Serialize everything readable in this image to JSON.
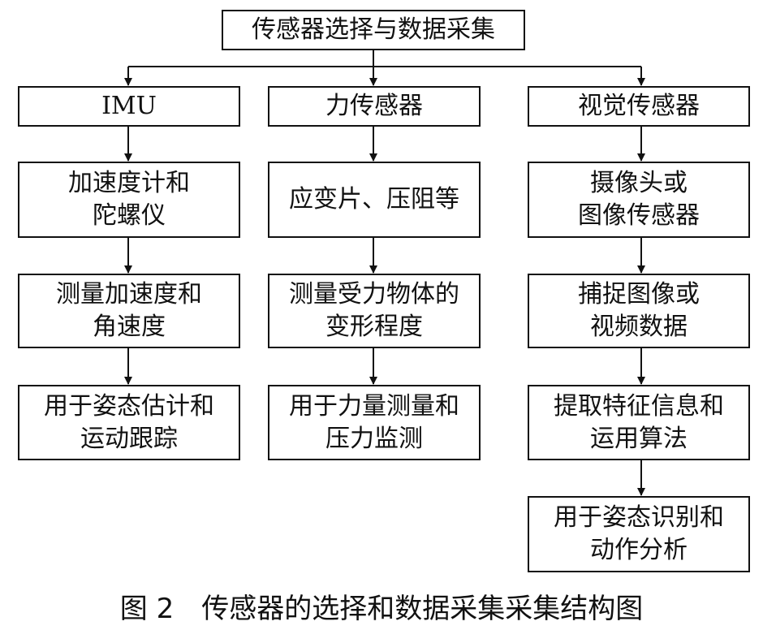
{
  "root": "传感器选择与数据采集",
  "columns": [
    {
      "head": "IMU",
      "steps": [
        [
          "加速度计和",
          "陀螺仪"
        ],
        [
          "测量加速度和",
          "角速度"
        ],
        [
          "用于姿态估计和",
          "运动跟踪"
        ]
      ]
    },
    {
      "head": "力传感器",
      "steps": [
        [
          "应变片、压阻等"
        ],
        [
          "测量受力物体的",
          "变形程度"
        ],
        [
          "用于力量测量和",
          "压力监测"
        ]
      ]
    },
    {
      "head": "视觉传感器",
      "steps": [
        [
          "摄像头或",
          "图像传感器"
        ],
        [
          "捕捉图像或",
          "视频数据"
        ],
        [
          "提取特征信息和",
          "运用算法"
        ],
        [
          "用于姿态识别和",
          "动作分析"
        ]
      ]
    }
  ],
  "caption": "图 2　传感器的选择和数据采集采集结构图"
}
